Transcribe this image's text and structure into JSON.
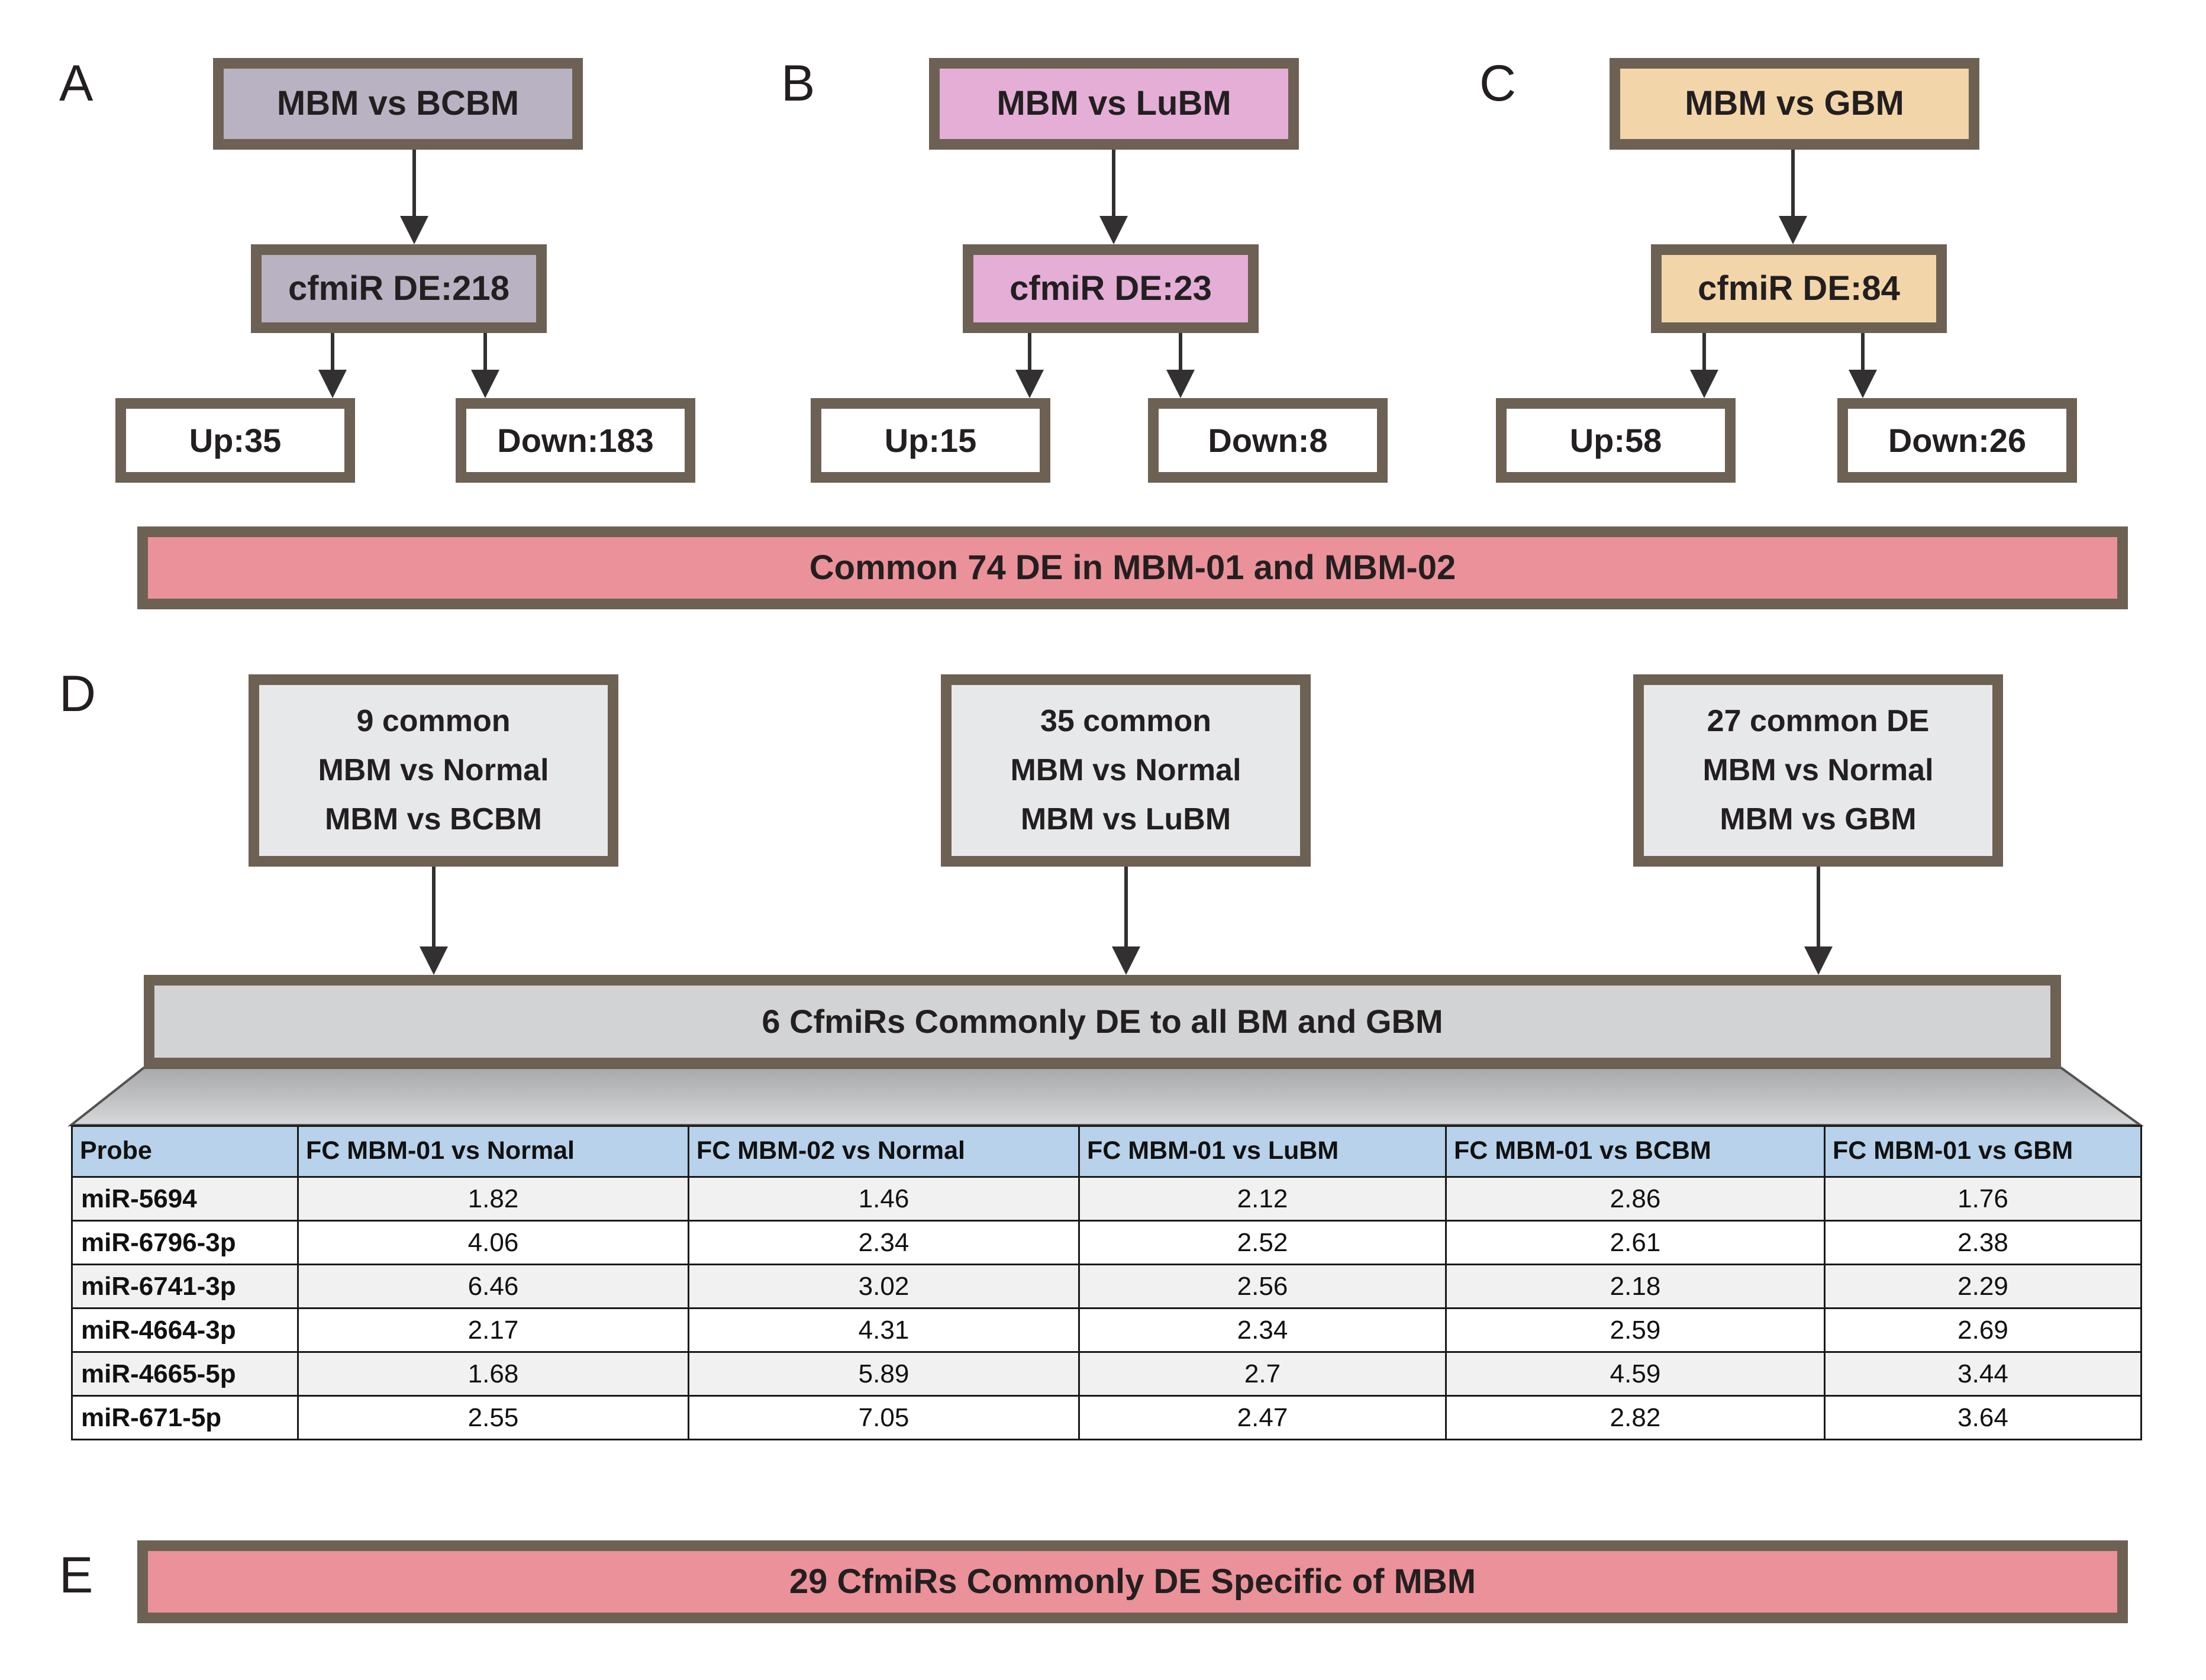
{
  "figure": {
    "panels": [
      {
        "letter": "A",
        "accent_color": "#b8b2c2",
        "comparison": "MBM vs BCBM",
        "de_label": "cfmiR DE:218",
        "up_label": "Up:35",
        "down_label": "Down:183"
      },
      {
        "letter": "B",
        "accent_color": "#e4aed7",
        "comparison": "MBM vs LuBM",
        "de_label": "cfmiR DE:23",
        "up_label": "Up:15",
        "down_label": "Down:8"
      },
      {
        "letter": "C",
        "accent_color": "#f2d6a9",
        "comparison": "MBM vs GBM",
        "de_label": "cfmiR DE:84",
        "up_label": "Up:58",
        "down_label": "Down:26"
      }
    ],
    "common_bar": {
      "label": "Common 74 DE in MBM-01 and MBM-02",
      "color": "#eb9199"
    },
    "panel_d": {
      "letter": "D",
      "boxes": [
        {
          "line1": "9 common",
          "line2": "MBM vs Normal",
          "line3": "MBM vs BCBM"
        },
        {
          "line1": "35 common",
          "line2": "MBM vs Normal",
          "line3": "MBM vs LuBM"
        },
        {
          "line1": "27 common DE",
          "line2": "MBM vs Normal",
          "line3": "MBM vs GBM"
        }
      ],
      "banner": {
        "label": "6 CfmiRs Commonly DE to all BM and GBM",
        "color": "#d2d3d5"
      }
    },
    "panel_e": {
      "letter": "E",
      "label": "29 CfmiRs Commonly DE Specific of MBM",
      "color": "#eb9199"
    },
    "border_color": "#6d6154"
  },
  "chart_data": {
    "type": "table",
    "title": "6 CfmiRs Commonly DE to all BM and GBM",
    "header_color": "#b7d2ea",
    "columns": [
      "Probe",
      "FC MBM-01 vs Normal",
      "FC MBM-02 vs Normal",
      "FC MBM-01 vs LuBM",
      "FC MBM-01 vs BCBM",
      "FC MBM-01 vs GBM"
    ],
    "rows": [
      {
        "probe": "miR-5694",
        "values": [
          "1.82",
          "1.46",
          "2.12",
          "2.86",
          "1.76"
        ]
      },
      {
        "probe": "miR-6796-3p",
        "values": [
          "4.06",
          "2.34",
          "2.52",
          "2.61",
          "2.38"
        ]
      },
      {
        "probe": "miR-6741-3p",
        "values": [
          "6.46",
          "3.02",
          "2.56",
          "2.18",
          "2.29"
        ]
      },
      {
        "probe": "miR-4664-3p",
        "values": [
          "2.17",
          "4.31",
          "2.34",
          "2.59",
          "2.69"
        ]
      },
      {
        "probe": "miR-4665-5p",
        "values": [
          "1.68",
          "5.89",
          "2.7",
          "4.59",
          "3.44"
        ]
      },
      {
        "probe": "miR-671-5p",
        "values": [
          "2.55",
          "7.05",
          "2.47",
          "2.82",
          "3.64"
        ]
      }
    ]
  }
}
